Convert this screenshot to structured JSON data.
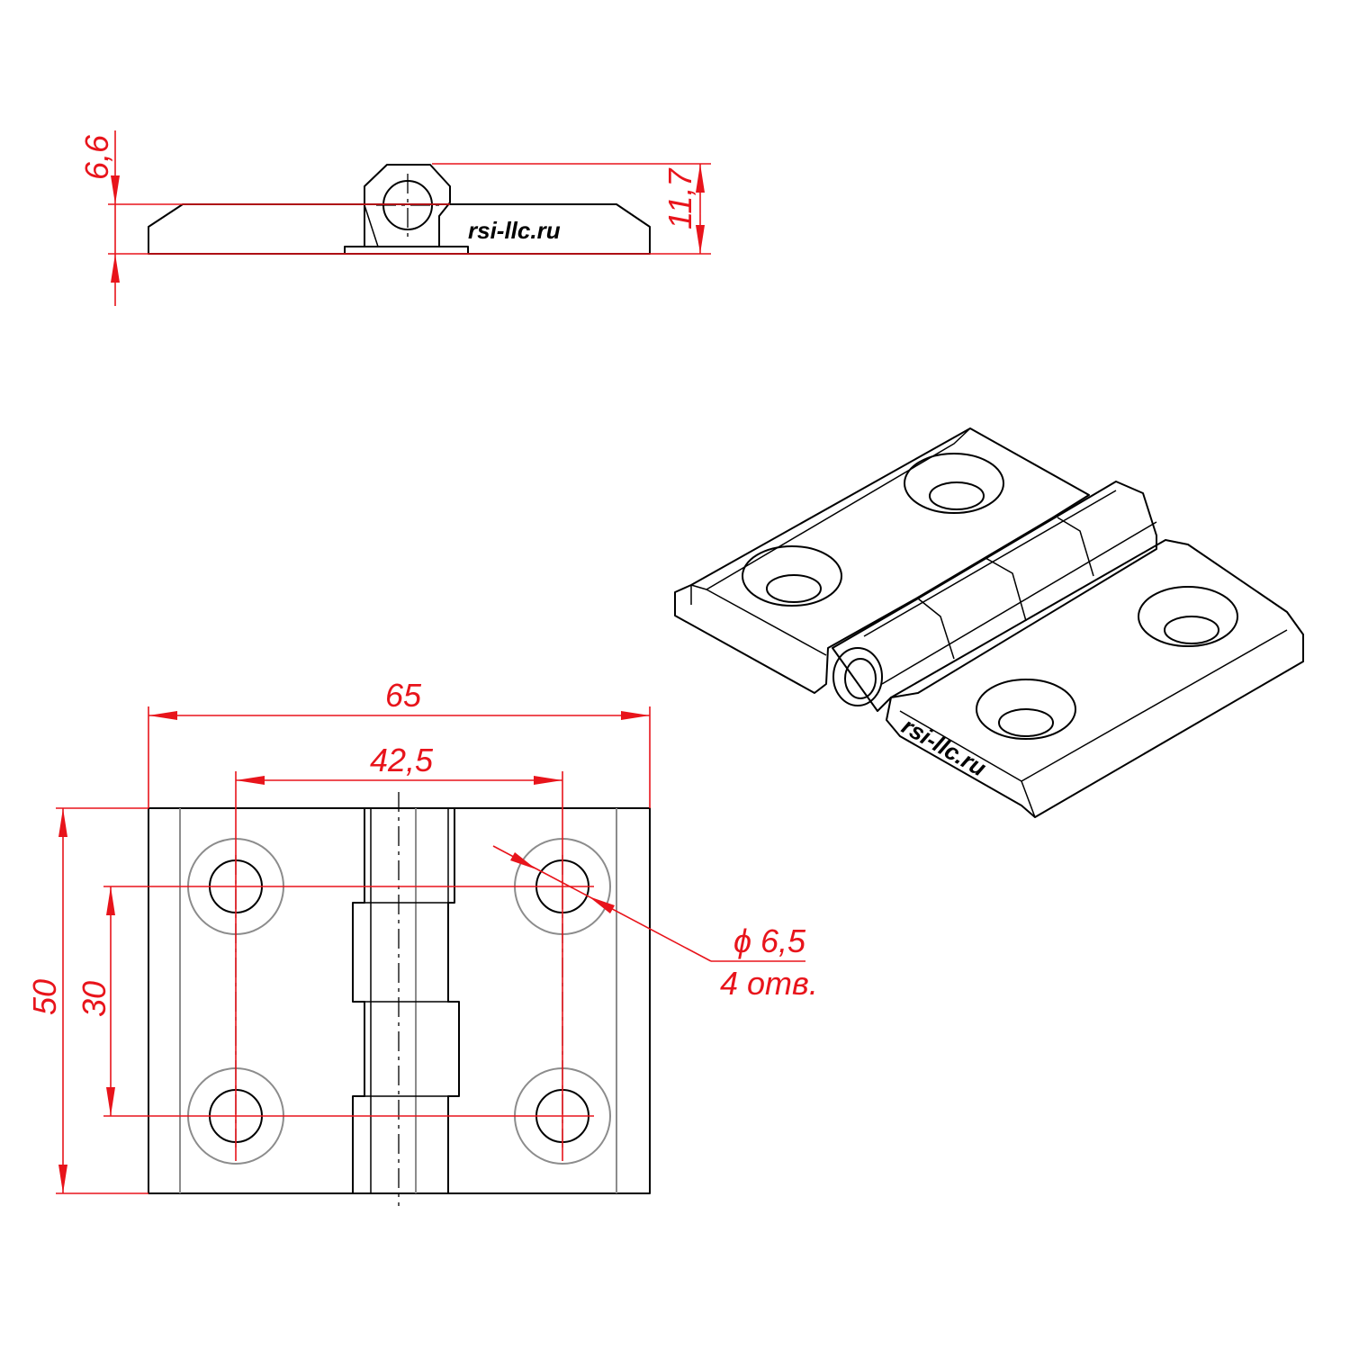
{
  "drawing": {
    "watermark": "rsi-llc.ru",
    "side_view": {
      "dim_axis_to_base": "6,6",
      "dim_total_height": "11,7"
    },
    "plan_view": {
      "dim_overall_width": "65",
      "dim_hole_spacing_x": "42,5",
      "dim_overall_height": "50",
      "dim_hole_spacing_y": "30",
      "hole_diameter": "ϕ 6,5",
      "hole_count": "4 отв."
    },
    "colors": {
      "dimension": "#e8141b",
      "outline": "#000000",
      "secondary": "#8c8c8c"
    }
  }
}
